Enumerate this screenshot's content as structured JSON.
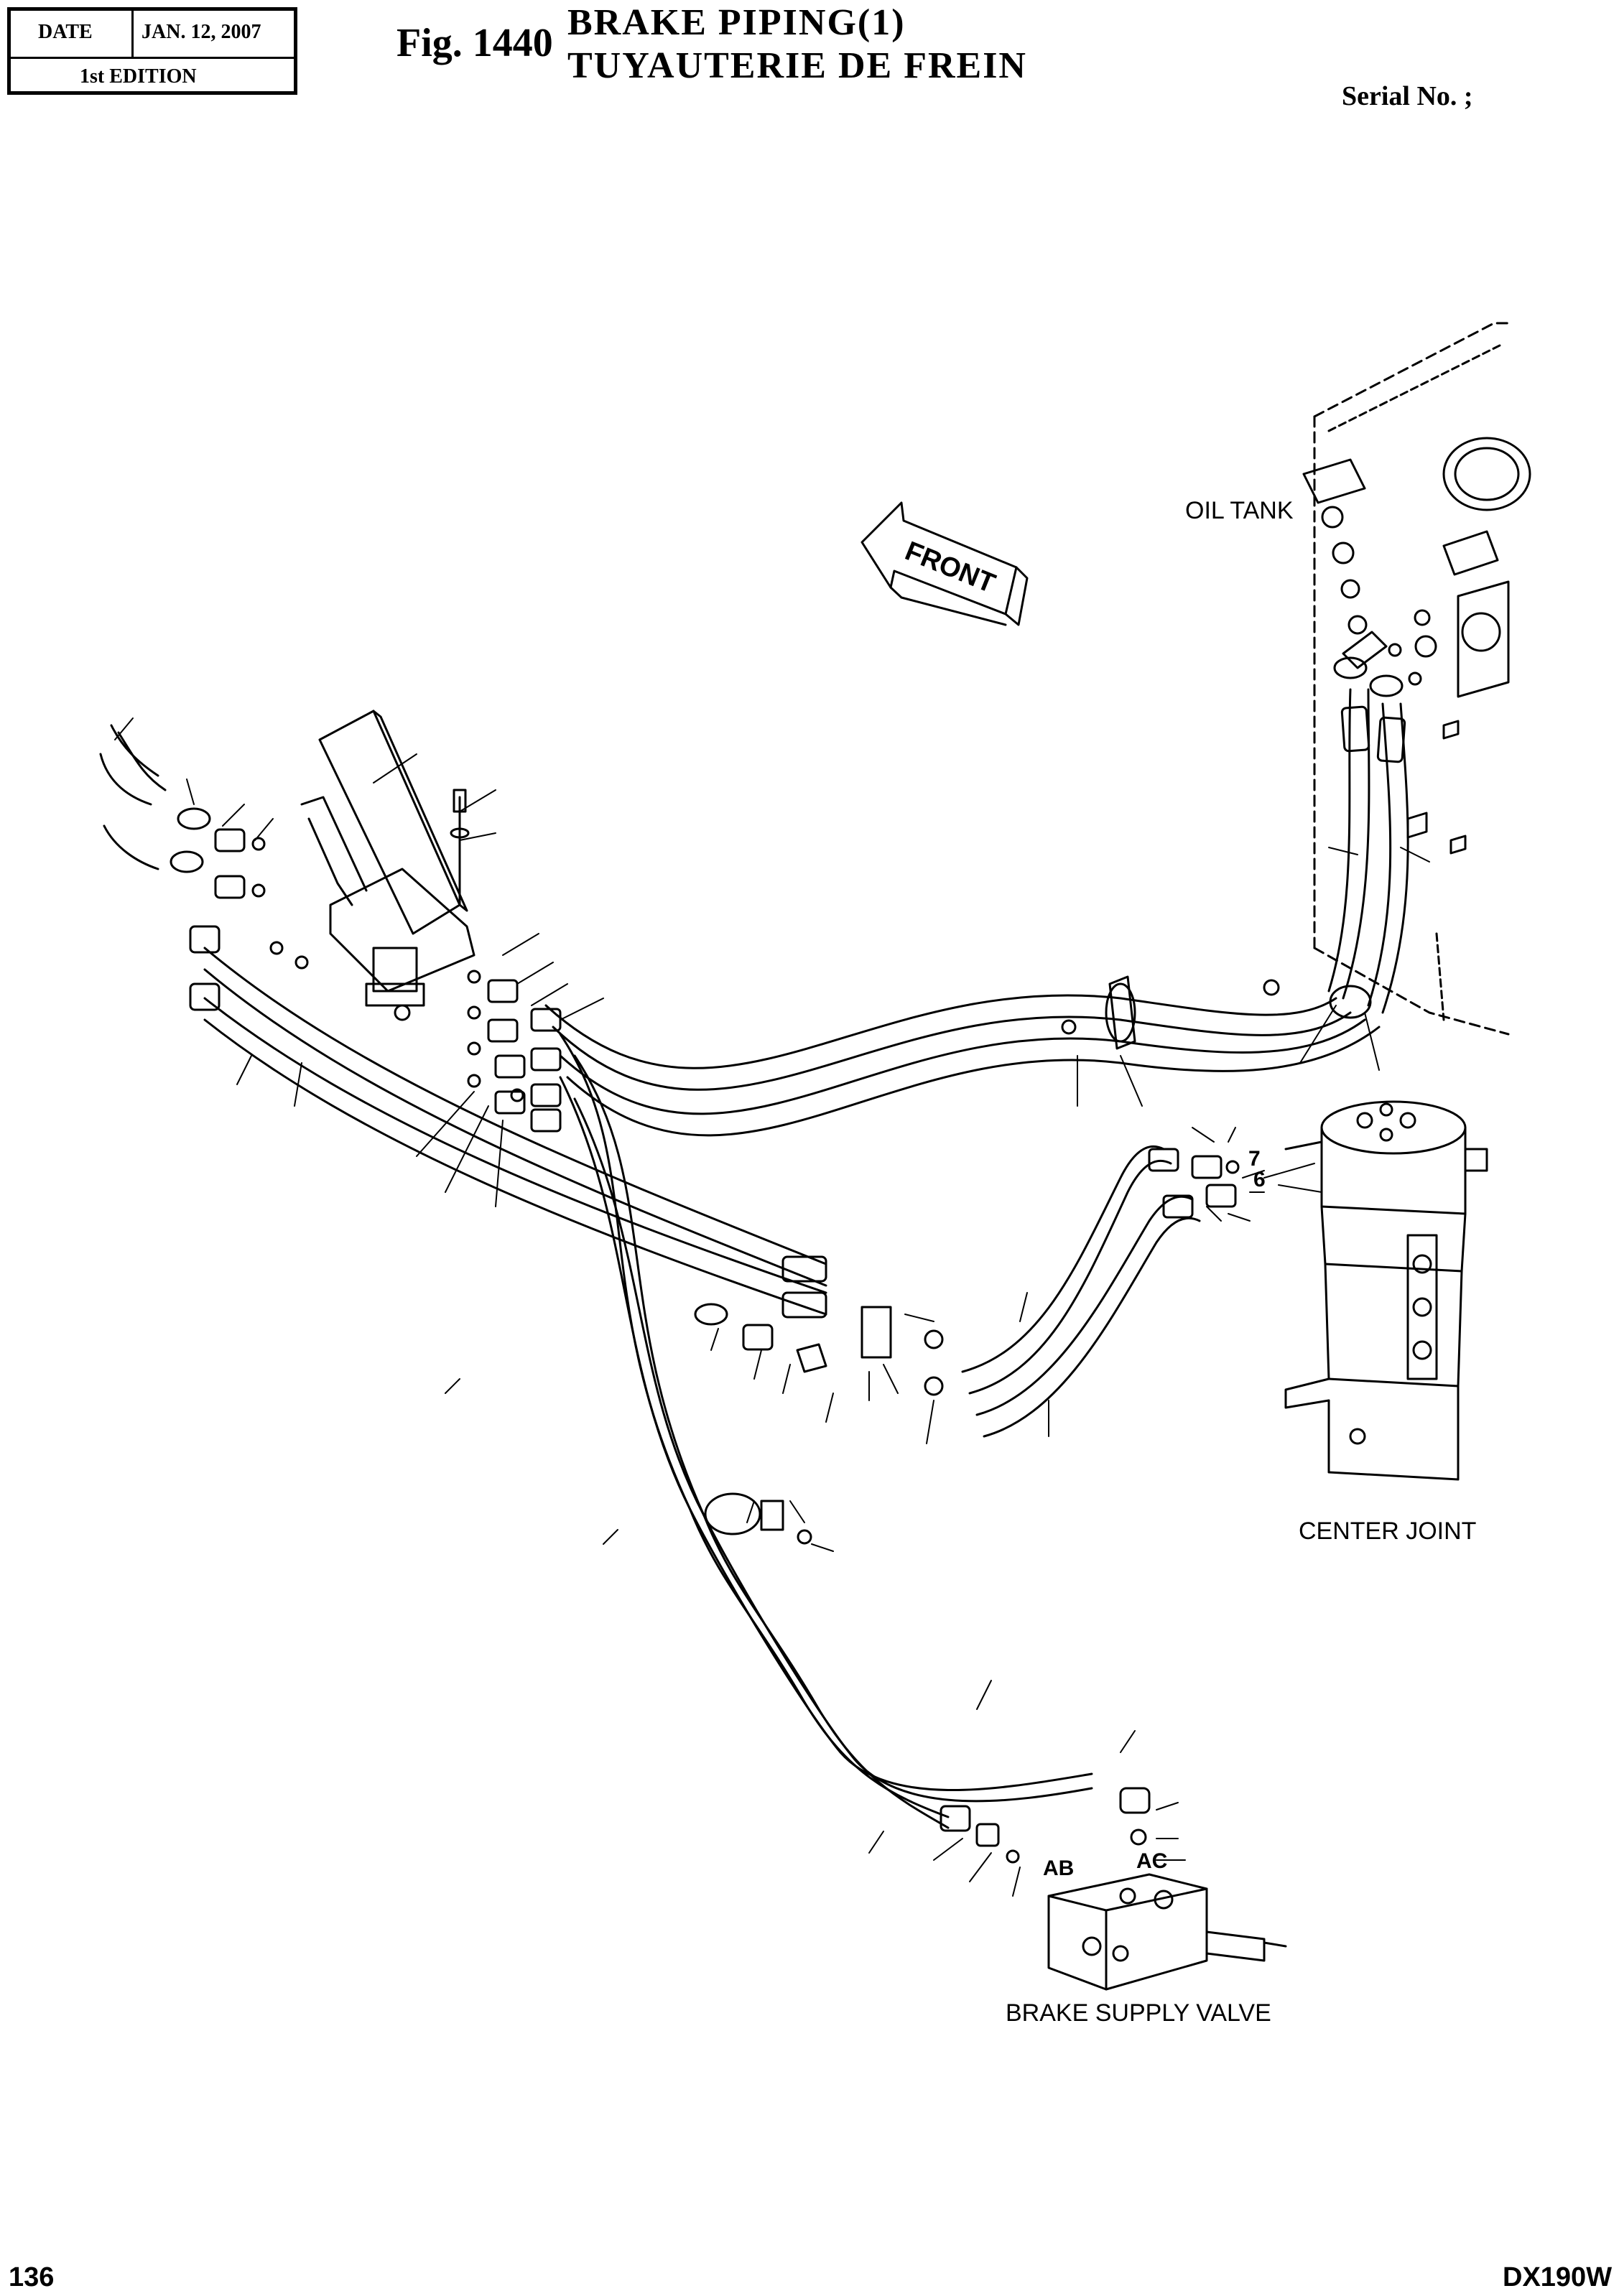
{
  "header": {
    "date_label": "DATE",
    "date_value": "JAN. 12, 2007",
    "edition": "1st EDITION",
    "fig_number": "Fig. 1440",
    "title_en": "BRAKE PIPING(1)",
    "title_fr": "TUYAUTERIE DE FREIN",
    "serial_label": "Serial No. ;"
  },
  "drawing": {
    "arrow_label": "FRONT",
    "labels": {
      "oil_tank": "OIL TANK",
      "center_joint": "CENTER JOINT",
      "brake_supply_valve": "BRAKE SUPPLY VALVE"
    },
    "callouts": {
      "c7": "7",
      "c6": "6",
      "ab": "AB",
      "ac": "AC"
    }
  },
  "footer": {
    "page_number": "136",
    "model": "DX190W"
  }
}
